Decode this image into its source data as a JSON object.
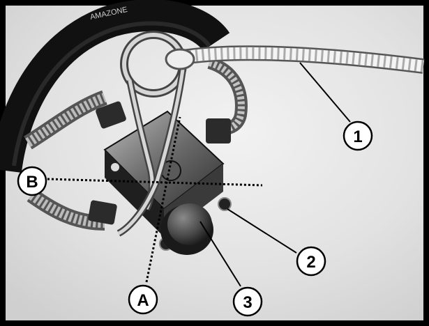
{
  "callouts": {
    "c1": "1",
    "c2": "2",
    "c3": "3",
    "cA": "A",
    "cB": "B"
  },
  "hose_print": "AMAZONE"
}
